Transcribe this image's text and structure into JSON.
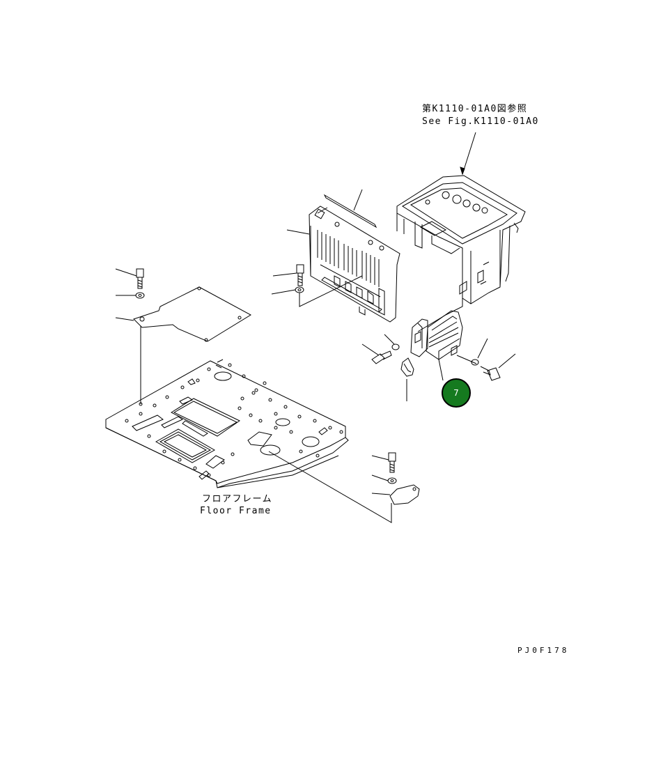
{
  "figure": {
    "reference_jp": "第K1110-01A0図参照",
    "reference_en": "See Fig.K1110-01A0",
    "floor_frame_jp": "フロアフレーム",
    "floor_frame_en": "Floor Frame",
    "drawing_code": "PJ0F178"
  },
  "callouts": [
    {
      "number": "7",
      "color": "#157a1f"
    }
  ],
  "colors": {
    "line": "#000000",
    "background": "#ffffff"
  }
}
